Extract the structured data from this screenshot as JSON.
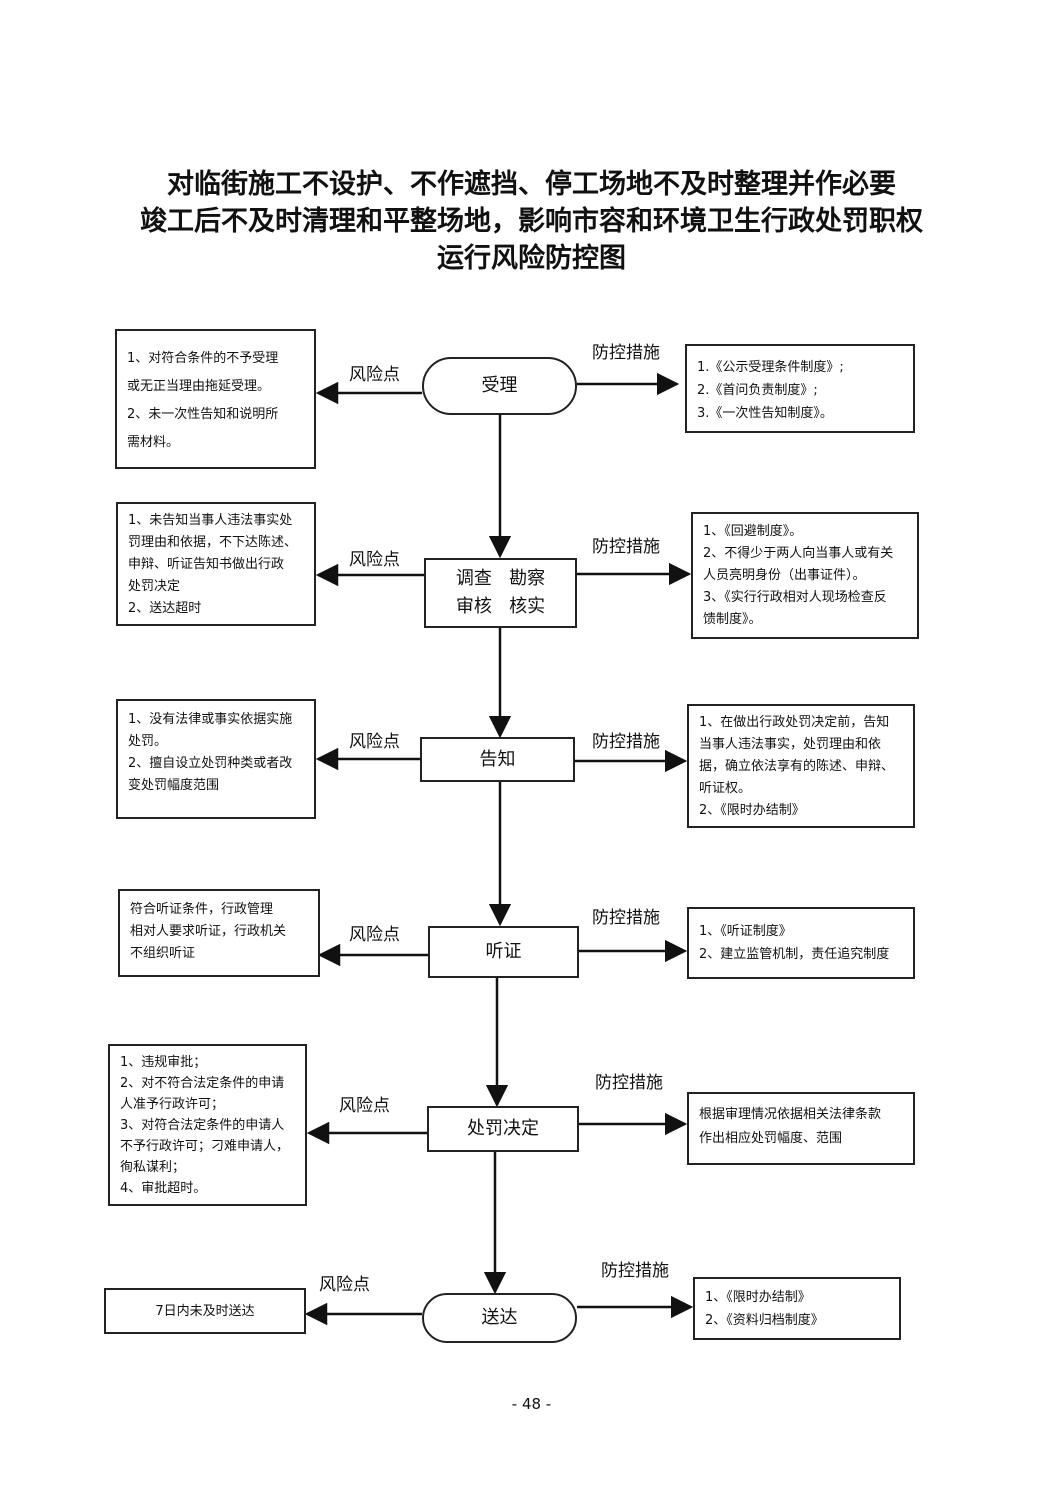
{
  "title": {
    "line1": "对临街施工不设护、不作遮挡、停工场地不及时整理并作必要",
    "line2": "竣工后不及时清理和平整场地，影响市容和环境卫生行政处罚职权",
    "line3": "运行风险防控图"
  },
  "labels": {
    "risk": "风险点",
    "control": "防控措施"
  },
  "steps": [
    {
      "name": [
        "受理"
      ],
      "risks": [
        "1、对符合条件的不予受理",
        "或无正当理由拖延受理。",
        "2、未一次性告知和说明所",
        "需材料。"
      ],
      "controls": [
        "1.《公示受理条件制度》;",
        "2.《首问负责制度》;",
        "3.《一次性告知制度》。"
      ]
    },
    {
      "name": [
        "调查   勘察",
        "审核   核实"
      ],
      "risks": [
        "1、未告知当事人违法事实处",
        "罚理由和依据，不下达陈述、",
        "申辩、听证告知书做出行政",
        "处罚决定",
        "2、送达超时"
      ],
      "controls": [
        "1、《回避制度》。",
        "2、不得少于两人向当事人或有关",
        "人员亮明身份（出事证件）。",
        "3、《实行行政相对人现场检查反",
        "馈制度》。"
      ]
    },
    {
      "name": [
        "告知"
      ],
      "risks": [
        "1、没有法律或事实依据实施",
        "处罚。",
        "2、擅自设立处罚种类或者改",
        "变处罚幅度范围"
      ],
      "controls": [
        "1、在做出行政处罚决定前，告知",
        "当事人违法事实，处罚理由和依",
        "据，确立依法享有的陈述、申辩、",
        "听证权。",
        "2、《限时办结制》"
      ]
    },
    {
      "name": [
        "听证"
      ],
      "risks": [
        "    符合听证条件，行政管理",
        "相对人要求听证，行政机关",
        "不组织听证"
      ],
      "controls": [
        "1、《听证制度》",
        "2、建立监管机制，责任追究制度"
      ]
    },
    {
      "name": [
        "处罚决定"
      ],
      "risks": [
        "1、违规审批；",
        "2、对不符合法定条件的申请",
        "人准予行政许可；",
        "3、对符合法定条件的申请人",
        "不予行政许可；刁难申请人，",
        "徇私谋利；",
        "4、审批超时。"
      ],
      "controls": [
        "根据审理情况依据相关法律条款",
        "作出相应处罚幅度、范围"
      ]
    },
    {
      "name": [
        "送达"
      ],
      "risks": [
        "7日内未及时送达"
      ],
      "controls": [
        "1、《限时办结制》",
        "2、《资料归档制度》"
      ]
    }
  ],
  "page_number": "- 48 -"
}
